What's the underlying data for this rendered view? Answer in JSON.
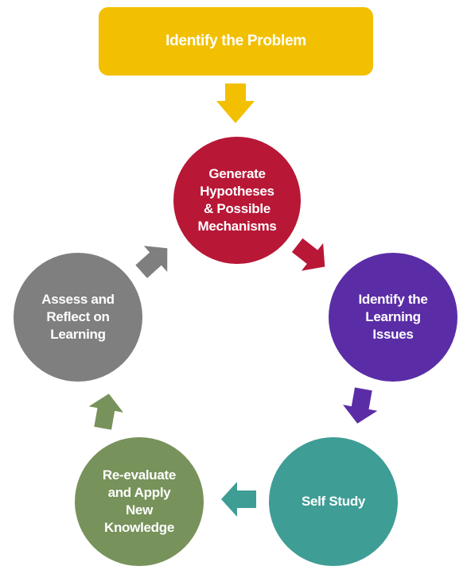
{
  "diagram": {
    "header": {
      "label": "Identify the Problem",
      "color": "#F2C000"
    },
    "nodes": [
      {
        "id": "generate",
        "label": "Generate\nHypotheses\n& Possible\nMechanisms",
        "color": "#B81736"
      },
      {
        "id": "learning-issues",
        "label": "Identify the\nLearning\nIssues",
        "color": "#5A2DA6"
      },
      {
        "id": "self-study",
        "label": "Self Study",
        "color": "#3E9D95"
      },
      {
        "id": "re-evaluate",
        "label": "Re-evaluate\nand Apply\nNew\nKnowledge",
        "color": "#77925A"
      },
      {
        "id": "assess",
        "label": "Assess and\nReflect on\nLearning",
        "color": "#7F7F7F"
      }
    ]
  }
}
